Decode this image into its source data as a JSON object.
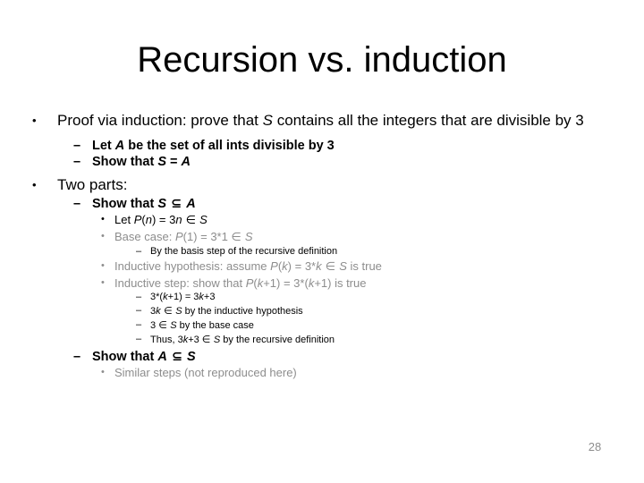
{
  "slide": {
    "title": "Recursion vs. induction",
    "page_number": "28",
    "colors": {
      "text": "#000000",
      "muted": "#8d8d8d",
      "background": "#ffffff"
    }
  },
  "markers": {
    "bullet": "•",
    "dash": "–"
  },
  "content": {
    "b1": {
      "line": "Proof via induction: prove that S contains all the integers that are divisible by 3",
      "part_a": "Proof via induction: prove that ",
      "var_s": "S",
      "part_b": " contains all the integers that are divisible by 3"
    },
    "b1_sub1": {
      "pre": "Let ",
      "var_a": "A",
      "post": " be the set of all ints divisible by 3"
    },
    "b1_sub2": {
      "pre": "Show that ",
      "var_s": "S",
      "mid": " = ",
      "var_a": "A"
    },
    "b2": {
      "line": "Two parts:"
    },
    "b2_sub1": {
      "pre": "Show that ",
      "var_s": "S",
      "symbol": " ⊆ ",
      "var_a": "A"
    },
    "b2_sub1_i1": {
      "pre": "Let ",
      "var_p": "P",
      "paren": "(",
      "var_n": "n",
      "paren2": ")",
      "mid": " = 3",
      "var_n2": "n",
      "symbol": " ∈ ",
      "var_s": "S"
    },
    "b2_sub1_i2": {
      "pre": "Base case: ",
      "var_p": "P",
      "mid": "(1) = 3*1 ",
      "symbol": "∈ ",
      "var_s": "S"
    },
    "b2_sub1_i2_a": {
      "line": "By the basis step of the recursive definition"
    },
    "b2_sub1_i3": {
      "pre": "Inductive hypothesis: assume ",
      "var_p": "P",
      "paren": "(",
      "var_k": "k",
      "paren2": ")",
      "mid": " = 3*",
      "var_k2": "k",
      "symbol": " ∈ ",
      "var_s": "S",
      "post": " is true"
    },
    "b2_sub1_i4": {
      "pre": "Inductive step: show that ",
      "var_p": "P",
      "paren": "(",
      "var_k": "k",
      "mid": "+1) = 3*(",
      "var_k2": "k",
      "post": "+1) is true"
    },
    "b2_sub1_i4_a": {
      "pre": "3*(",
      "var_k": "k",
      "mid": "+1) = 3",
      "var_k2": "k",
      "post": "+3"
    },
    "b2_sub1_i4_b": {
      "pre": "3",
      "var_k": "k",
      "symbol": " ∈ ",
      "var_s": "S",
      "post": " by the inductive hypothesis"
    },
    "b2_sub1_i4_c": {
      "pre": "3 ",
      "symbol": "∈ ",
      "var_s": "S",
      "post": " by the base case"
    },
    "b2_sub1_i4_d": {
      "pre": "Thus, 3",
      "var_k": "k",
      "mid": "+3 ",
      "symbol": "∈ ",
      "var_s": "S",
      "post": " by the recursive definition"
    },
    "b2_sub2": {
      "pre": "Show that ",
      "var_a": "A",
      "symbol": " ⊆ ",
      "var_s": "S"
    },
    "b2_sub2_i1": {
      "line": "Similar steps (not reproduced here)"
    }
  }
}
